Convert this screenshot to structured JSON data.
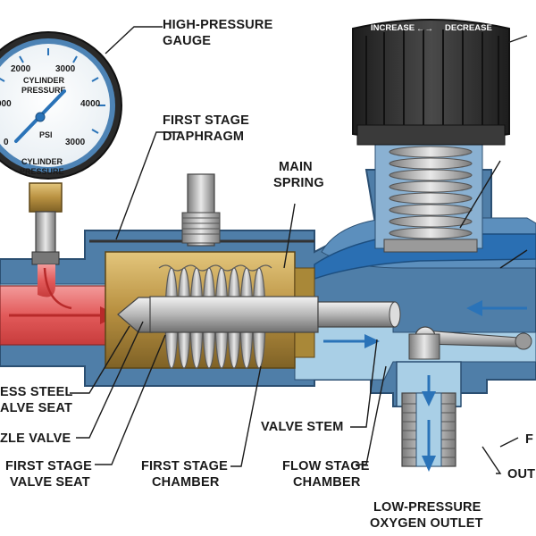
{
  "labels": {
    "high_pressure_gauge_1": "HIGH-PRESSURE",
    "high_pressure_gauge_2": "GAUGE",
    "first_stage_diaphragm_1": "FIRST STAGE",
    "first_stage_diaphragm_2": "DIAPHRAGM",
    "main_spring_1": "MAIN",
    "main_spring_2": "SPRING",
    "stainless_seat_1": "ESS STEEL",
    "stainless_seat_2": "ALVE SEAT",
    "nozzle_valve": "ZLE VALVE",
    "first_stage_valve_seat_1": "FIRST STAGE",
    "first_stage_valve_seat_2": "VALVE SEAT",
    "first_stage_chamber_1": "FIRST STAGE",
    "first_stage_chamber_2": "CHAMBER",
    "valve_stem": "VALVE STEM",
    "flow_stage_chamber_1": "FLOW STAGE",
    "flow_stage_chamber_2": "CHAMBER",
    "low_pressure_outlet_1": "LOW-PRESSURE",
    "low_pressure_outlet_2": "OXYGEN OUTLET",
    "right_cut_1": "F",
    "right_cut_2": "OUT"
  },
  "knob": {
    "increase": "INCREASE",
    "arrow": "←→",
    "decrease": "DECREASE"
  },
  "gauge": {
    "ticks": [
      "2000",
      "3000",
      "4000",
      "000",
      "3000",
      "0"
    ],
    "unit": "PSI",
    "face_title_1": "CYLINDER",
    "face_title_2": "PRESSURE",
    "face_bottom_1": "CYLINDER",
    "face_bottom_2": "PRESSURE"
  },
  "colors": {
    "body_blue": "#4f7ea8",
    "body_dark": "#2b4f72",
    "inner_light": "#a9cfe6",
    "high_pressure_red": "#e25a5a",
    "brass": "#c9a657",
    "knob_black": "#2a2a2a",
    "flow_arrow": "#2a73b8"
  }
}
